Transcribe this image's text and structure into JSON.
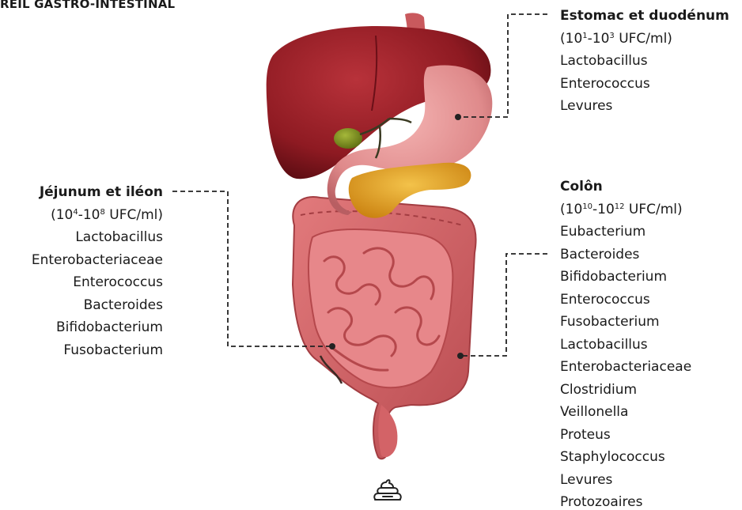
{
  "title": "REIL GASTRO-INTESTINAL",
  "estomac": {
    "heading": "Estomac et duodénum",
    "count_prefix": "(10",
    "count_exp1": "1",
    "count_mid": "-10",
    "count_exp2": "3",
    "count_suffix": " UFC/ml)",
    "items": [
      "Lactobacillus",
      "Enterococcus",
      "Levures"
    ]
  },
  "jejunum": {
    "heading": "Jéjunum et iléon",
    "count_prefix": "(10",
    "count_exp1": "4",
    "count_mid": "-10",
    "count_exp2": "8",
    "count_suffix": " UFC/ml)",
    "items": [
      "Lactobacillus",
      "Enterobacteriaceae",
      "Enterococcus",
      "Bacteroides",
      "Bifidobacterium",
      "Fusobacterium"
    ]
  },
  "colon": {
    "heading": "Colôn",
    "count_prefix": "(10",
    "count_exp1": "10",
    "count_mid": "-10",
    "count_exp2": "12",
    "count_suffix": " UFC/ml)",
    "items": [
      "Eubacterium",
      "Bacteroides",
      "Bifidobacterium",
      "Enterococcus",
      "Fusobacterium",
      "Lactobacillus",
      "Enterobacteriaceae",
      "Clostridium",
      "Veillonella",
      "Proteus",
      "Staphylococcus",
      "Levures",
      "Protozoaires"
    ]
  },
  "icons": {
    "stool": "poop-icon"
  },
  "colors": {
    "liver": "#8e1a22",
    "stomach": "#e08a8c",
    "pancreas": "#e5a21f",
    "gallbladder": "#7d8f22",
    "intestine": "#d9676a",
    "intestine_dark": "#b5484c",
    "leader_line": "#222222"
  }
}
